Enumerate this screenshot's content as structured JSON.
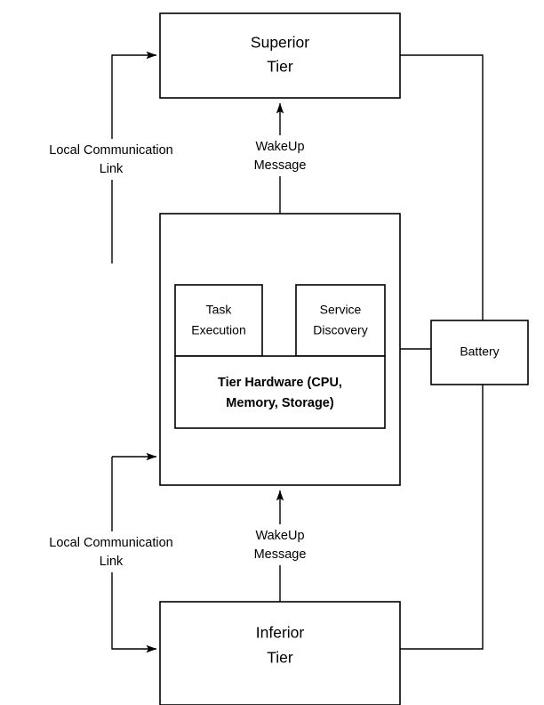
{
  "diagram": {
    "title_present": false,
    "background_color": "#ffffff",
    "line_color": "#000000",
    "nodes": {
      "superior_tier": {
        "label_line1": "Superior",
        "label_line2": "Tier"
      },
      "middle_tier": {
        "modules": [
          {
            "label_line1": "Task",
            "label_line2": "Execution"
          },
          {
            "label_line1": "Service",
            "label_line2": "Discovery"
          }
        ],
        "hardware": {
          "label_line1": "Tier Hardware (CPU,",
          "label_line2": "Memory, Storage)"
        }
      },
      "inferior_tier": {
        "label_line1": "Inferior",
        "label_line2": "Tier"
      },
      "battery": {
        "label": "Battery"
      }
    },
    "edges": {
      "upper_local_link": {
        "label_line1": "Local Communication",
        "label_line2": "Link"
      },
      "upper_wakeup": {
        "label_line1": "WakeUp",
        "label_line2": "Message"
      },
      "lower_local_link": {
        "label_line1": "Local Communication",
        "label_line2": "Link"
      },
      "lower_wakeup": {
        "label_line1": "WakeUp",
        "label_line2": "Message"
      }
    }
  }
}
